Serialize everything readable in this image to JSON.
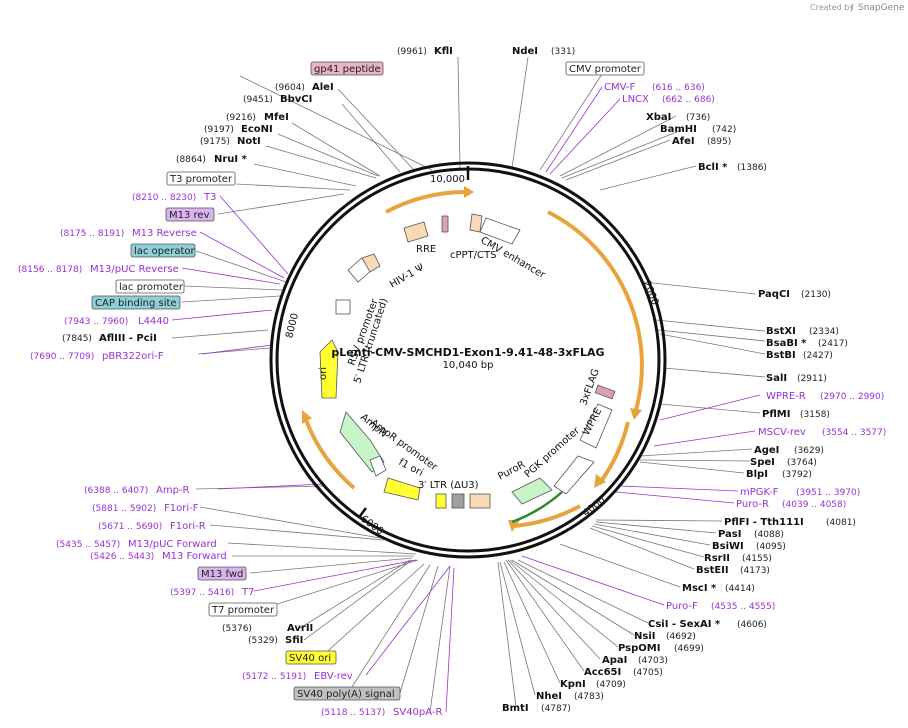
{
  "credit": {
    "prefix": "Created by",
    "brand": "SnapGene"
  },
  "plasmid": {
    "name": "pLenti-CMV-SMCHD1-Exon1-9.41-48-3xFLAG",
    "size": "10,040 bp",
    "length": 10040
  },
  "ticks": [
    "10,000",
    "2000",
    "4000",
    "6000",
    "8000"
  ],
  "enzymes": [
    {
      "name": "NdeI",
      "pos": "(331)"
    },
    {
      "name": "XbaI",
      "pos": "(736)"
    },
    {
      "name": "BamHI",
      "pos": "(742)"
    },
    {
      "name": "AfeI",
      "pos": "(895)"
    },
    {
      "name": "BclI *",
      "pos": "(1386)"
    },
    {
      "name": "PaqCI",
      "pos": "(2130)"
    },
    {
      "name": "BstXI",
      "pos": "(2334)"
    },
    {
      "name": "BsaBI *",
      "pos": "(2417)"
    },
    {
      "name": "BstBI",
      "pos": "(2427)"
    },
    {
      "name": "SalI",
      "pos": "(2911)"
    },
    {
      "name": "PflMI",
      "pos": "(3158)"
    },
    {
      "name": "AgeI",
      "pos": "(3629)"
    },
    {
      "name": "SpeI",
      "pos": "(3764)"
    },
    {
      "name": "BlpI",
      "pos": "(3792)"
    },
    {
      "name": "PflFI  - Tth111I",
      "pos": "(4081)"
    },
    {
      "name": "PasI",
      "pos": "(4088)"
    },
    {
      "name": "BsiWI",
      "pos": "(4095)"
    },
    {
      "name": "RsrII",
      "pos": "(4155)"
    },
    {
      "name": "BstEII",
      "pos": "(4173)"
    },
    {
      "name": "MscI *",
      "pos": "(4414)"
    },
    {
      "name": "CsiI  - SexAI *",
      "pos": "(4606)"
    },
    {
      "name": "NsiI",
      "pos": "(4692)"
    },
    {
      "name": "PspOMI",
      "pos": "(4699)"
    },
    {
      "name": "ApaI",
      "pos": "(4703)"
    },
    {
      "name": "Acc65I",
      "pos": "(4705)"
    },
    {
      "name": "KpnI",
      "pos": "(4709)"
    },
    {
      "name": "NheI",
      "pos": "(4783)"
    },
    {
      "name": "BmtI",
      "pos": "(4787)"
    },
    {
      "name": "SfiI",
      "pos": "(5329)"
    },
    {
      "name": "AvrII",
      "pos": "(5376)"
    },
    {
      "name": "AflIII  - PciI",
      "pos": "(7845)"
    },
    {
      "name": "NruI *",
      "pos": "(8864)"
    },
    {
      "name": "NotI",
      "pos": "(9175)"
    },
    {
      "name": "EcoNI",
      "pos": "(9197)"
    },
    {
      "name": "MfeI",
      "pos": "(9216)"
    },
    {
      "name": "BbvCI",
      "pos": "(9451)"
    },
    {
      "name": "AleI",
      "pos": "(9604)"
    },
    {
      "name": "KflI",
      "pos": "(9961)"
    }
  ],
  "primers": [
    {
      "name": "CMV-F",
      "pos": "(616 .. 636)"
    },
    {
      "name": "LNCX",
      "pos": "(662 .. 686)"
    },
    {
      "name": "WPRE-R",
      "pos": "(2970 .. 2990)"
    },
    {
      "name": "MSCV-rev",
      "pos": "(3554 .. 3577)"
    },
    {
      "name": "mPGK-F",
      "pos": "(3951 .. 3970)"
    },
    {
      "name": "Puro-R",
      "pos": "(4039 .. 4058)"
    },
    {
      "name": "Puro-F",
      "pos": "(4535 .. 4555)"
    },
    {
      "name": "EBV-rev",
      "pos": "(5172 .. 5191)"
    },
    {
      "name": "SV40pA-R",
      "pos": "(5118 .. 5137)"
    },
    {
      "name": "T7",
      "pos": "(5397 .. 5416)"
    },
    {
      "name": "M13 Forward",
      "pos": "(5426 .. 5443)"
    },
    {
      "name": "M13/pUC Forward",
      "pos": "(5435 .. 5457)"
    },
    {
      "name": "F1ori-R",
      "pos": "(5671 .. 5690)"
    },
    {
      "name": "F1ori-F",
      "pos": "(5881 .. 5902)"
    },
    {
      "name": "Amp-R",
      "pos": "(6388 .. 6407)"
    },
    {
      "name": "pBR322ori-F",
      "pos": "(7690 .. 7709)"
    },
    {
      "name": "L4440",
      "pos": "(7943 .. 7960)"
    },
    {
      "name": "M13/pUC Reverse",
      "pos": "(8156 .. 8178)"
    },
    {
      "name": "M13 Reverse",
      "pos": "(8175 .. 8191)"
    },
    {
      "name": "T3",
      "pos": "(8210 .. 8230)"
    }
  ],
  "boxed_labels": [
    {
      "text": "CMV promoter",
      "fill": "#ffffff"
    },
    {
      "text": "gp41 peptide",
      "fill": "#e8b4c4"
    },
    {
      "text": "T3 promoter",
      "fill": "#ffffff"
    },
    {
      "text": "M13 rev",
      "fill": "#d9b3ec"
    },
    {
      "text": "lac operator",
      "fill": "#8fd0d8"
    },
    {
      "text": "lac promoter",
      "fill": "#ffffff"
    },
    {
      "text": "CAP binding site",
      "fill": "#8fd0d8"
    },
    {
      "text": "M13 fwd",
      "fill": "#d9b3ec"
    },
    {
      "text": "T7 promoter",
      "fill": "#ffffff"
    },
    {
      "text": "SV40 ori",
      "fill": "#ffff33"
    },
    {
      "text": "SV40 poly(A) signal",
      "fill": "#c0c0c0"
    }
  ],
  "features": [
    "CMV enhancer",
    "cPPT/CTS",
    "RRE",
    "HIV-1 Ψ",
    "5′ LTR (truncated)",
    "RSV promoter",
    "ori",
    "AmpR",
    "AmpR promoter",
    "f1 ori",
    "3′ LTR (ΔU3)",
    "PuroR",
    "PGK promoter",
    "WPRE",
    "3xFLAG"
  ],
  "colors": {
    "primer": "#9b30d0",
    "orf": "#e8a33c",
    "backbone": "#111111"
  }
}
